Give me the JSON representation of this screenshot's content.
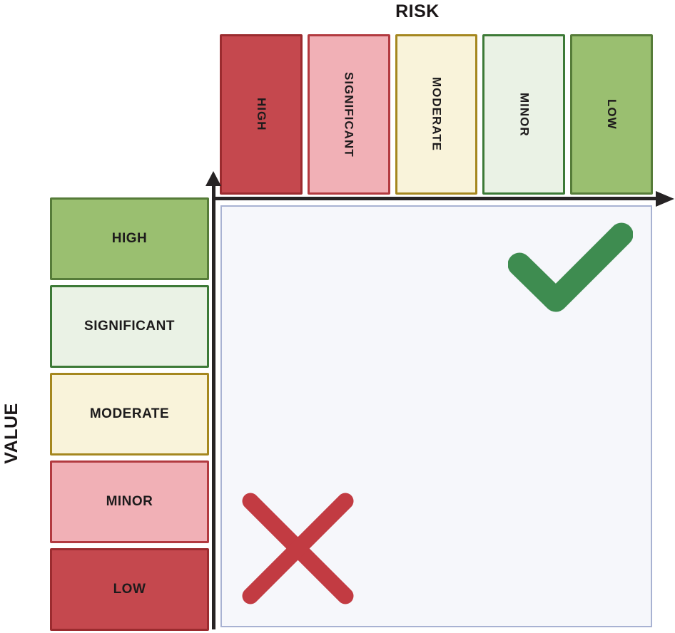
{
  "axes": {
    "risk": {
      "title": "RISK",
      "orientation": "horizontal-top",
      "categories": [
        {
          "label": "HIGH",
          "fill": "#c5484e",
          "border": "#9b2b2f"
        },
        {
          "label": "SIGNIFICANT",
          "fill": "#f1b0b6",
          "border": "#b23a40"
        },
        {
          "label": "MODERATE",
          "fill": "#f9f3da",
          "border": "#a5871f"
        },
        {
          "label": "MINOR",
          "fill": "#eaf2e5",
          "border": "#3d7a37"
        },
        {
          "label": "LOW",
          "fill": "#9abf70",
          "border": "#567c39"
        }
      ]
    },
    "value": {
      "title": "VALUE",
      "orientation": "vertical-left",
      "categories": [
        {
          "label": "HIGH",
          "fill": "#9abf70",
          "border": "#567c39"
        },
        {
          "label": "SIGNIFICANT",
          "fill": "#eaf2e5",
          "border": "#3d7a37"
        },
        {
          "label": "MODERATE",
          "fill": "#f9f3da",
          "border": "#a5871f"
        },
        {
          "label": "MINOR",
          "fill": "#f1b0b6",
          "border": "#b23a40"
        },
        {
          "label": "LOW",
          "fill": "#c5484e",
          "border": "#9b2b2f"
        }
      ]
    }
  },
  "plot": {
    "background": "#f6f7fb",
    "border_color": "#a8b2d2",
    "marks": [
      {
        "icon": "check-icon",
        "color": "#3e8c50",
        "position": "top-right"
      },
      {
        "icon": "cross-icon",
        "color": "#c23b42",
        "position": "bottom-left"
      }
    ]
  },
  "axis_color": "#262324"
}
